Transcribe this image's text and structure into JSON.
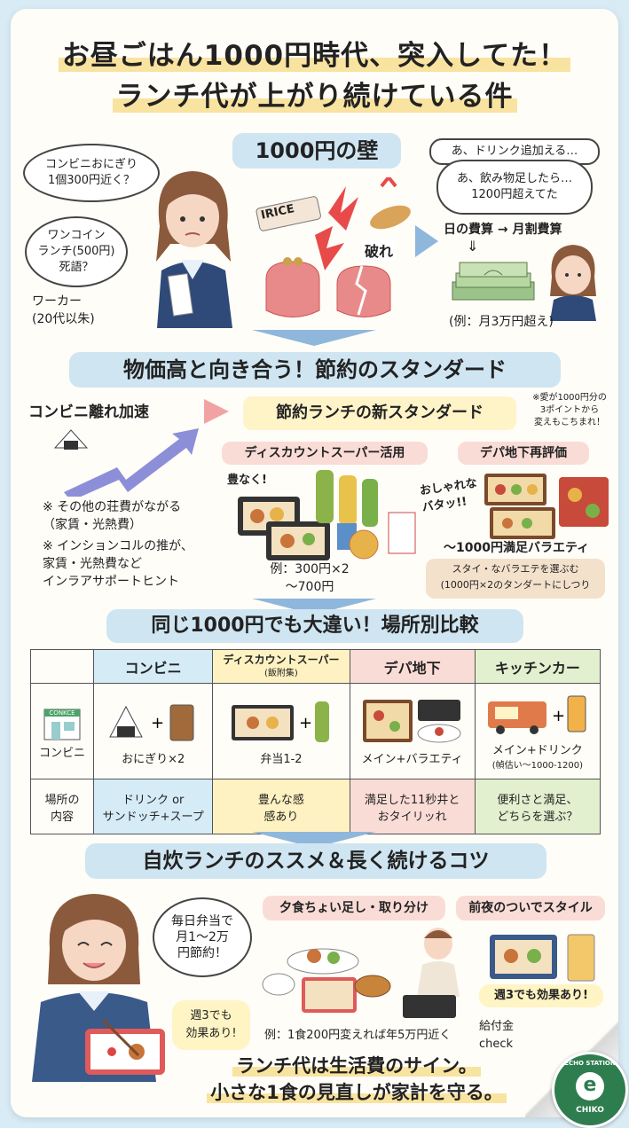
{
  "title": {
    "line1": "お昼ごはん1000円時代、突入してた！",
    "line2": "ランチ代が上がり続けている件"
  },
  "section1": {
    "heading": "1000円の壁",
    "bubble_onigiri": "コンビニおにぎり\n1個300円近く？",
    "bubble_onecoin": "ワンコイン\nランチ(500円)\n死語？",
    "worker_label": "ワーカー\n(20代以朱)",
    "tag_price": "IRICE",
    "tag_broken": "破れ",
    "bubble_drink1": "あ、ドリンク追加える…",
    "bubble_drink2": "あ、飲み物足したら…\n1200円超えてた",
    "budget_from": "日の費算",
    "budget_arrow": "→",
    "budget_to": "月割費算",
    "budget_down": "⇓",
    "budget_example": "(例：月3万円超え)"
  },
  "section2": {
    "heading": "物価高と向き合う！節約のスタンダード",
    "conveni_away": "コンビニ離れ加速",
    "new_standard": "節約ランチの新スタンダード",
    "note_points": "※愛が1000円分の\n3ポイントから\n変えもこちまれ！",
    "discount": "ディスカウントスーパー活用",
    "depachika": "デパ地下再評価",
    "plenty": "豊なく!",
    "stylish": "おしゃれな\nバタッ!!",
    "note1": "※ その他の荘費がながる\n（家賃・光熱費）",
    "note2": "※ インションコルの推が、\n家賃・光熱費など\nインラアサポートヒント",
    "example": "例：300円×2\n～700円",
    "variety": "～1000円満足バラエティ",
    "variety_note": "スタイ・なバラエテを選ぶむ\n(1000円×2のタンダートにしつり"
  },
  "section3": {
    "heading": "同じ1000円でも大違い！場所別比較",
    "columns": [
      "コンビニ",
      "ディスカウントスーパー",
      "デパ地下",
      "キッチンカー"
    ],
    "column_sub": [
      "",
      "(飯附集)",
      "",
      ""
    ],
    "store_sign": "CONKCE",
    "row1_label": "コンビニ",
    "row1": [
      "おにぎり×2",
      "弁当1-2",
      "メイン+バラエティ",
      "メイン+ドリンク"
    ],
    "row1_sub": [
      "",
      "",
      "",
      "(幀估い～1000-1200)"
    ],
    "row2_label": "場所の\n内容",
    "row2": [
      "ドリンク or\nサンドッチ+スープ",
      "豊んな感\n感あり",
      "満足した11秒井と\nおタイリッれ",
      "便利さと満足、\nどちらを選ぶ？"
    ]
  },
  "section4": {
    "heading": "自炊ランチのススメ＆長く続けるコツ",
    "bubble_save": "毎日弁当で\n月1～2万\n円節約！",
    "bubble_week": "週3でも\n効果あり!",
    "tip1": "夕食ちょい足し・取り分け",
    "tip2": "前夜のついでスタイル",
    "tip2_note": "週3でも効果あり!",
    "example": "例：1食200円変えれば年5万円近く",
    "side_note": "給付金\ncheck"
  },
  "footer": {
    "line1": "ランチ代は生活費のサイン。",
    "line2": "小さな1食の見直しが家計を守る。"
  },
  "badge": {
    "top": "ECHO STATION",
    "bottom": "CHIKO",
    "mark": "e"
  },
  "colors": {
    "section_pill": "#cfe5f2",
    "highlight": "#f9e3a0",
    "conveni_col": "#d5ecf7",
    "discount_col": "#fff2c2",
    "depa_col": "#fadcd7",
    "kitchen_col": "#e2f0cf",
    "badge_green": "#2e7d4f"
  }
}
